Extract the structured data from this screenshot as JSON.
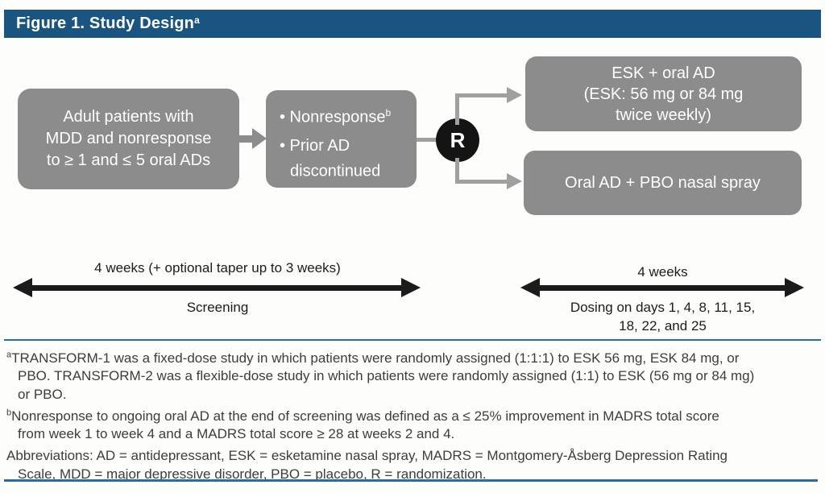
{
  "title": {
    "text": "Figure 1. Study Design",
    "sup": "a"
  },
  "colors": {
    "navy": "#1a5480",
    "line_blue": "#2b6ba3",
    "box_gray": "#8c8c8c",
    "connector_gray": "#a0a0a0",
    "arrow_black": "#1b1b1b",
    "footnote_text": "#3d3d3d",
    "page_bg": "#fdfdfb"
  },
  "flow": {
    "box1": {
      "lines": [
        "Adult patients with",
        "MDD and nonresponse",
        "to ≥ 1 and ≤ 5 oral ADs"
      ]
    },
    "box2": {
      "bullets": [
        {
          "text": "• Nonresponse",
          "sup": "b"
        },
        {
          "text": "• Prior AD discontinued",
          "sup": ""
        }
      ]
    },
    "randomization": {
      "label": "R",
      "meaning": "randomization"
    },
    "arm_top": {
      "lines": [
        "ESK + oral AD",
        "(ESK: 56 mg or 84 mg",
        "twice weekly)"
      ]
    },
    "arm_bottom": {
      "lines": [
        "Oral AD + PBO nasal spray"
      ]
    }
  },
  "timelines": {
    "screening": {
      "duration": "4 weeks (+ optional taper up to 3 weeks)",
      "label": "Screening"
    },
    "dosing": {
      "duration": "4 weeks",
      "label_lines": [
        "Dosing on days 1, 4, 8, 11, 15,",
        "18, 22, and 25"
      ]
    }
  },
  "footnotes": [
    {
      "sup": "a",
      "text": "TRANSFORM-1 was a fixed-dose study in which patients were randomly assigned (1:1:1) to ESK 56 mg, ESK 84 mg, or PBO. TRANSFORM-2 was a flexible-dose study in which patients were randomly assigned (1:1) to ESK (56 mg or 84 mg) or PBO.",
      "lines": [
        "TRANSFORM-1 was a fixed-dose study in which patients were randomly assigned (1:1:1) to ESK 56 mg, ESK 84 mg, or",
        "PBO. TRANSFORM-2 was a flexible-dose study in which patients were randomly assigned (1:1) to ESK (56 mg or 84 mg)",
        "or PBO."
      ]
    },
    {
      "sup": "b",
      "text": "Nonresponse to ongoing oral AD at the end of screening was defined as a ≤ 25% improvement in MADRS total score from week 1 to week 4 and a MADRS total score ≥ 28 at weeks 2 and 4.",
      "lines": [
        "Nonresponse to ongoing oral AD at the end of screening was defined as a ≤ 25% improvement in MADRS total score",
        "from week 1 to week 4 and a MADRS total score ≥ 28 at weeks 2 and 4."
      ]
    },
    {
      "sup": "",
      "text": "Abbreviations: AD = antidepressant, ESK = esketamine nasal spray, MADRS = Montgomery-Åsberg Depression Rating Scale, MDD = major depressive disorder, PBO = placebo, R = randomization.",
      "lines": [
        "Abbreviations: AD = antidepressant, ESK = esketamine nasal spray, MADRS = Montgomery-Åsberg Depression Rating",
        "Scale, MDD = major depressive disorder, PBO = placebo, R = randomization."
      ]
    }
  ]
}
